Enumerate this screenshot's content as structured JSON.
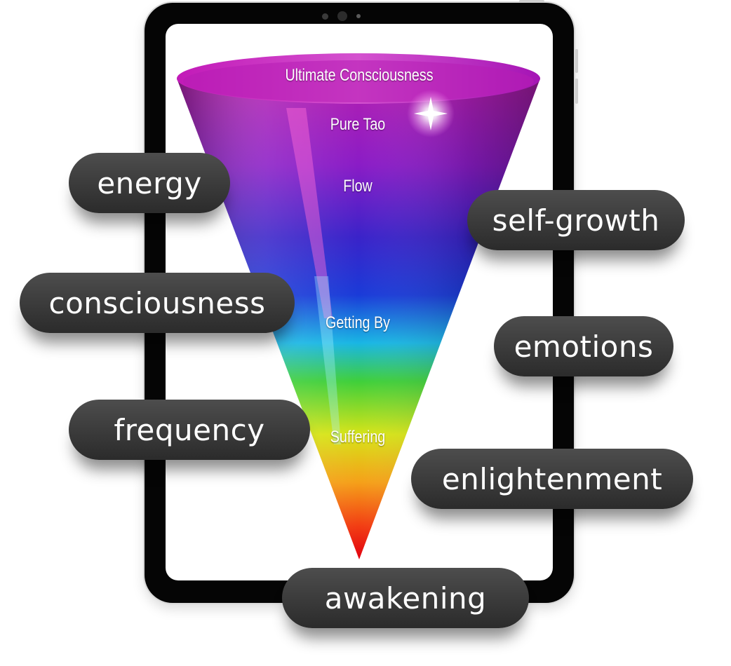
{
  "cone": {
    "levels": [
      {
        "label": "Ultimate Consciousness"
      },
      {
        "label": "Pure Tao"
      },
      {
        "label": "Flow"
      },
      {
        "label": "Getting By"
      },
      {
        "label": "Suffering"
      }
    ]
  },
  "tags": [
    {
      "label": "energy"
    },
    {
      "label": "self-growth"
    },
    {
      "label": "consciousness"
    },
    {
      "label": "emotions"
    },
    {
      "label": "frequency"
    },
    {
      "label": "enlightenment"
    },
    {
      "label": "awakening"
    }
  ],
  "colors": {
    "pill_top": "#4d4d4d",
    "pill_bottom": "#2b2b2b",
    "device_frame": "#050505"
  }
}
